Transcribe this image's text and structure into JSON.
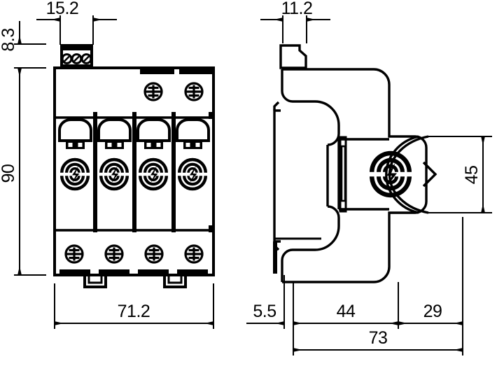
{
  "drawing": {
    "title": "Surge protective device - dimensioned technical drawing",
    "type": "engineering-dimension-drawing",
    "line_color": "#000000",
    "background_color": "#ffffff",
    "units": "mm",
    "views": [
      {
        "name": "front-view",
        "description": "Four-pole modular surge arrester, front elevation with DIN-rail clips"
      },
      {
        "name": "side-view",
        "description": "Side elevation showing DIN-rail mounting profile and surge arrester symbol"
      }
    ]
  },
  "dimensions": {
    "front_top_width": "15.2",
    "front_top_height": "8.3",
    "front_total_height": "90",
    "front_total_width": "71.2",
    "side_top_width": "11.2",
    "side_module_height": "45",
    "side_rail_offset": "5.5",
    "side_body_depth": "44",
    "side_front_depth": "29",
    "side_total_depth": "73"
  },
  "symbols": {
    "surge_arrester": "surge-arrester-lightning-icon",
    "screw_head": "slotted-cross-screw-icon",
    "terminal": "terminal-screw-icon"
  },
  "front_view": {
    "module_count": 4,
    "screw_rows": 2,
    "top_terminal_screws": 3,
    "rail_clips": 2
  },
  "side_view": {
    "rail_clip": "din-rail-clip",
    "indicator_window": "status-indicator-window"
  }
}
